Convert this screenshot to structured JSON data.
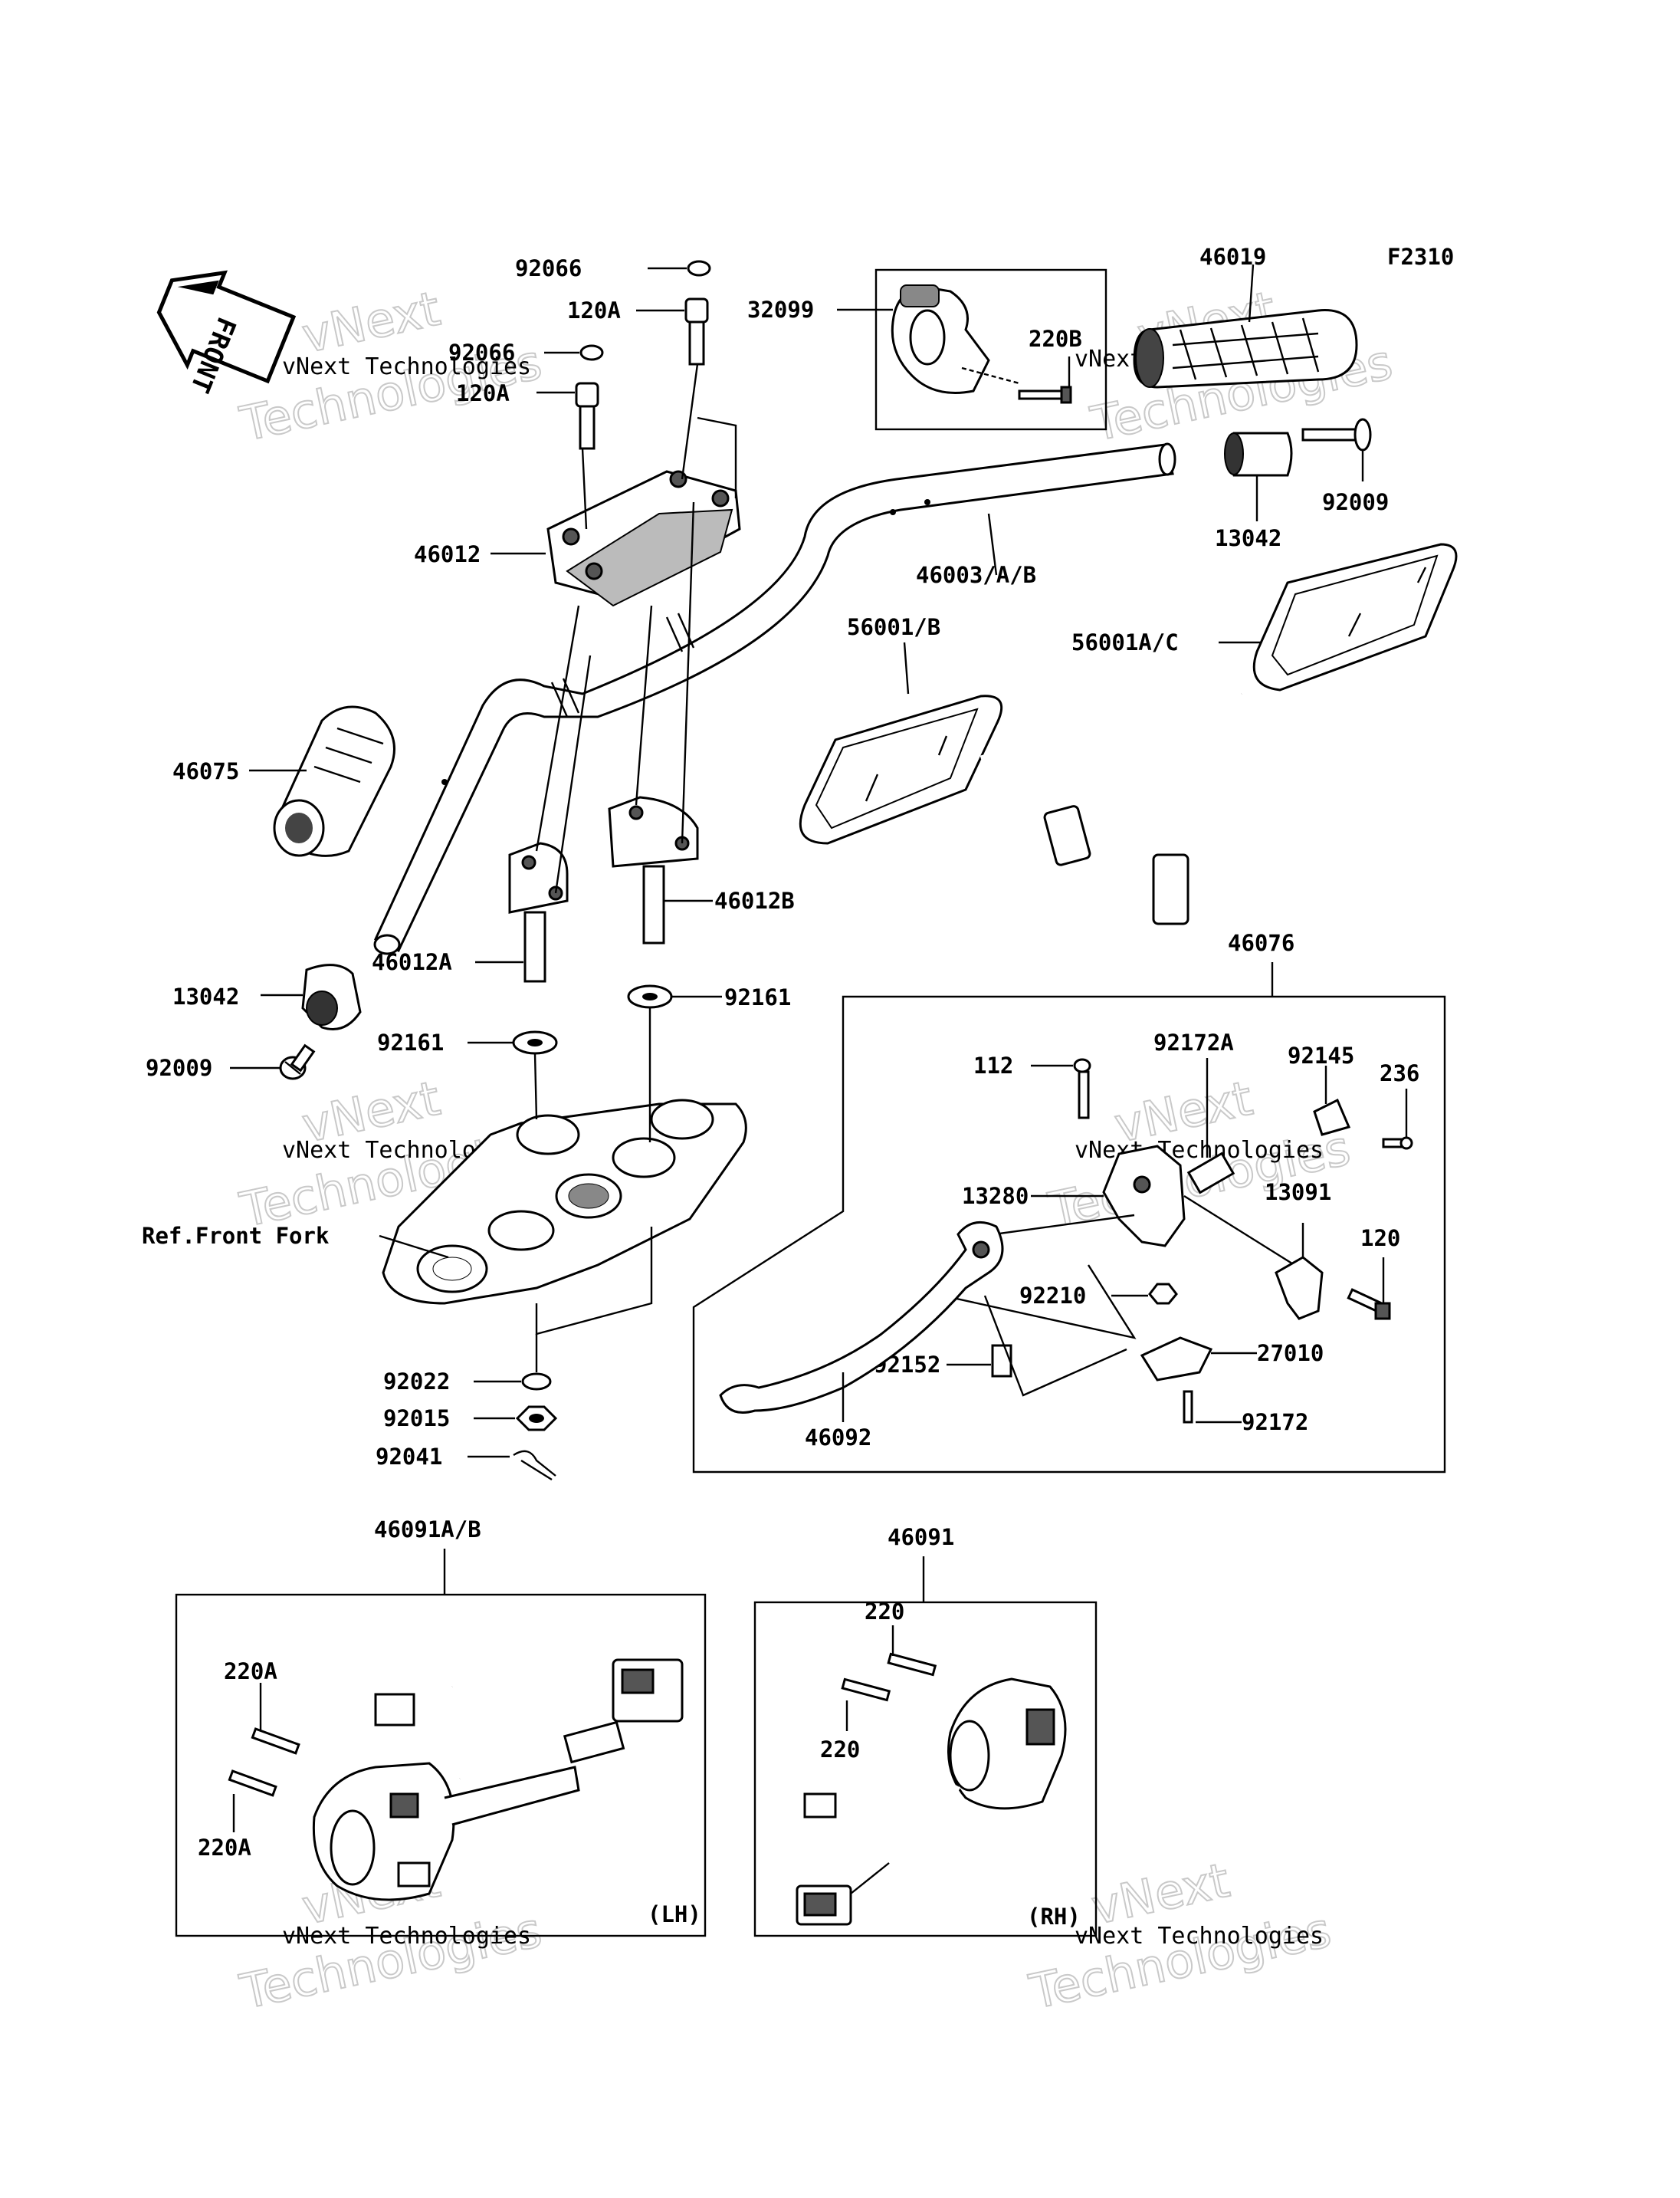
{
  "figure_code": "F2310",
  "front_arrow_label": "FRONT",
  "watermark": {
    "line1": "vNext Technologies",
    "line2": "Technologies",
    "line3": "vNext"
  },
  "labels": {
    "p92066_top": "92066",
    "p120A_top": "120A",
    "p92066_mid": "92066",
    "p120A_mid": "120A",
    "p32099": "32099",
    "p220B": "220B",
    "p46019": "46019",
    "p46012": "46012",
    "p46003": "46003/A/B",
    "p13042_right": "13042",
    "p92009_right": "92009",
    "p56001B": "56001/B",
    "p56001AC": "56001A/C",
    "p46075": "46075",
    "p46012B": "46012B",
    "p46012A": "46012A",
    "p13042_left": "13042",
    "p92009_left": "92009",
    "p92161_right": "92161",
    "p92161_left": "92161",
    "p46076": "46076",
    "p112": "112",
    "p92172A": "92172A",
    "p92145": "92145",
    "p236": "236",
    "p13280": "13280",
    "p13091": "13091",
    "p120": "120",
    "p92210": "92210",
    "p27010": "27010",
    "p92152": "92152",
    "p92172": "92172",
    "p46092": "46092",
    "ref_front_fork": "Ref.Front Fork",
    "p92022": "92022",
    "p92015": "92015",
    "p92041": "92041",
    "p46091AB": "46091A/B",
    "p46091": "46091",
    "p220A_1": "220A",
    "p220A_2": "220A",
    "p220_1": "220",
    "p220_2": "220",
    "lh": "(LH)",
    "rh": "(RH)"
  }
}
